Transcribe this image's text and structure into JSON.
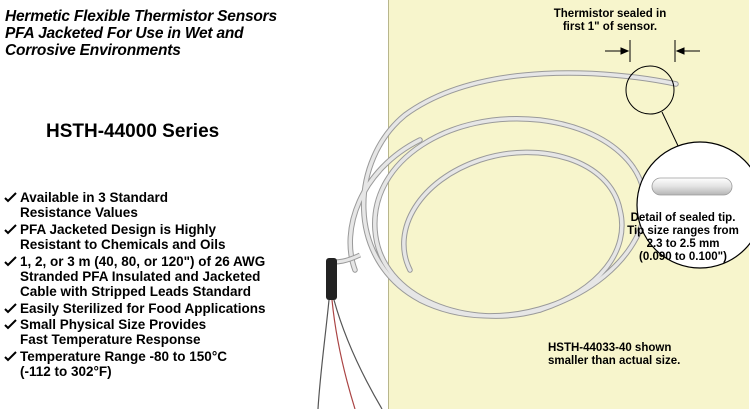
{
  "heading": {
    "line1": "Hermetic Flexible Thermistor Sensors",
    "line2": "PFA Jacketed For Use in Wet and",
    "line3": "Corrosive Environments"
  },
  "series_title": "HSTH-44000 Series",
  "features": [
    {
      "line1": "Available in 3 Standard",
      "line2": "Resistance Values"
    },
    {
      "line1": "PFA Jacketed Design is Highly",
      "line2": "Resistant to Chemicals and Oils"
    },
    {
      "line1": "1, 2, or 3 m (40, 80, or 120\") of 26 AWG",
      "line2": "Stranded PFA Insulated and Jacketed",
      "line3": "Cable with Stripped Leads Standard"
    },
    {
      "line1": "Easily Sterilized for Food Applications"
    },
    {
      "line1": "Small Physical Size Provides",
      "line2": "Fast Temperature Response"
    },
    {
      "line1": "Temperature Range -80 to 150°C",
      "line2": "(-112 to 302°F)"
    }
  ],
  "callouts": {
    "sealed": {
      "line1": "Thermistor sealed in",
      "line2": "first 1\" of sensor."
    },
    "detail": {
      "line1": "Detail of sealed tip.",
      "line2": "Tip size ranges from",
      "line3": "2.3 to 2.5 mm",
      "line4": "(0.090 to 0.100\")"
    },
    "model": {
      "line1": "HSTH-44033-40 shown",
      "line2": "smaller than actual size."
    }
  },
  "colors": {
    "panel_background": "#f7f5cc",
    "cable": "#e4e4e4",
    "shrink_tube": "#222222"
  },
  "icons": {
    "bullet": "checkmark-icon"
  }
}
